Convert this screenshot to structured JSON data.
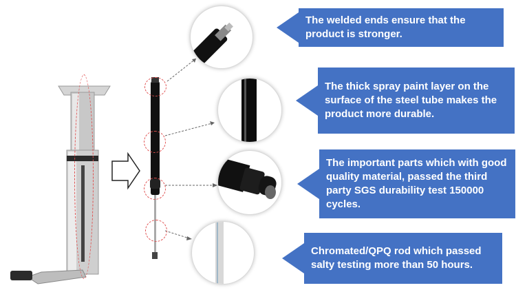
{
  "callouts": [
    {
      "text": "The welded ends ensure that the product is stronger.",
      "icon": "arrow-left-icon"
    },
    {
      "text": "The thick spray paint layer on the surface of the steel tube makes the product more durable.",
      "icon": "arrow-left-icon"
    },
    {
      "text": "The important parts which with good quality material, passed the third party SGS durability test 150000 cycles.",
      "icon": "arrow-left-icon"
    },
    {
      "text": "Chromated/QPQ rod which passed salty testing more than 50 hours.",
      "icon": "arrow-left-icon"
    }
  ],
  "colors": {
    "callout_blue": "#4472c4",
    "highlight_red": "#e05050"
  }
}
